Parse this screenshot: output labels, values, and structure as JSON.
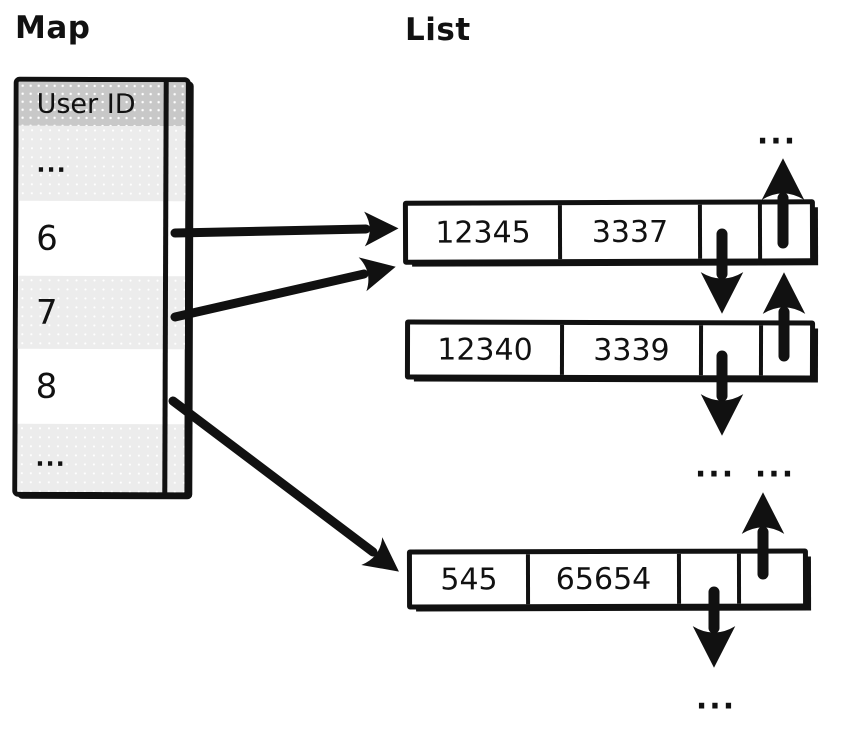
{
  "titles": {
    "map": "Map",
    "list": "List"
  },
  "map_table": {
    "header": "User ID",
    "rows": [
      {
        "label": "...",
        "shaded": true
      },
      {
        "label": "6",
        "shaded": false
      },
      {
        "label": "7",
        "shaded": true
      },
      {
        "label": "8",
        "shaded": false
      },
      {
        "label": "...",
        "shaded": true
      }
    ]
  },
  "list_nodes": [
    {
      "key": "12345",
      "value": "3337"
    },
    {
      "key": "12340",
      "value": "3339"
    },
    {
      "key": "545",
      "value": "65654"
    }
  ],
  "links": [
    {
      "from_row": "6",
      "to": "node-1-left-edge"
    },
    {
      "from_row": "7",
      "to": "node-1-bottom-left-corner"
    },
    {
      "from_row": "8",
      "to": "node-3-left-edge"
    },
    {
      "pointer": "node-1-next",
      "to": "node-2-top"
    },
    {
      "pointer": "node-1-prev",
      "to": "ellipsis-above"
    },
    {
      "pointer": "node-2-next",
      "to": "ellipsis-below"
    },
    {
      "pointer": "node-2-prev",
      "to": "node-1-bottom"
    },
    {
      "pointer": "node-3-next",
      "to": "ellipsis-below"
    },
    {
      "pointer": "node-3-prev",
      "to": "ellipsis-above"
    }
  ],
  "ellipses": {
    "top": "...",
    "mid_left": "...",
    "mid_right": "...",
    "bottom": "..."
  },
  "colors": {
    "ink": "#111111",
    "header_bg": "#c8c8c8",
    "row_alt_bg": "#ececec",
    "node_bg": "#ffffff"
  }
}
